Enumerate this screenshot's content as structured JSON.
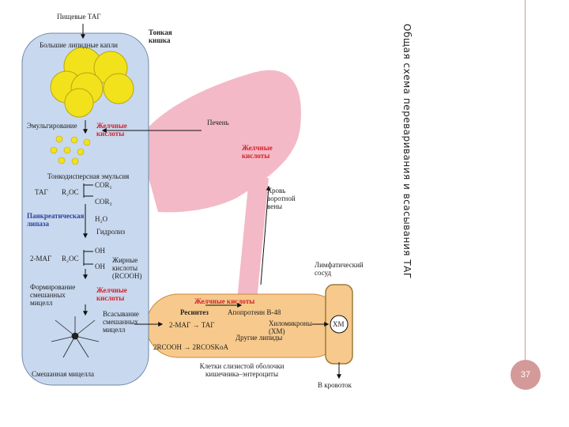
{
  "title": "Общая схема переваривания и всасывания ТАГ",
  "page_number": "37",
  "colors": {
    "intestine": "#c8d8ee",
    "liver": "#f3b9c6",
    "enterocytes": "#f7c98c",
    "fat_droplet": "#f2e21c",
    "red_label": "#d4202a",
    "blue_label": "#2a3f9a"
  },
  "labels": {
    "food_tag": "Пищевые ТАГ",
    "small_intestine": "Тонкая кишка",
    "large_droplets": "Большие липидные капли",
    "emulsification": "Эмульгирование",
    "bile_acids_1": "Желчные кислоты",
    "liver": "Печень",
    "bile_acids_liver": "Желчные кислоты",
    "fine_emulsion": "Тонкодисперсная эмульсия",
    "tag": "ТАГ",
    "r2oc_1": "R₂OC",
    "cor1": "COR₁",
    "cor3": "COR₃",
    "pancreatic_lipase": "Панкреатическая липаза",
    "h2o": "H₂O",
    "hydrolysis": "Гидролиз",
    "two_mag": "2-МАГ",
    "r2oc_2": "R₂OC",
    "oh1": "OH",
    "oh2": "OH",
    "fatty_acids": "Жирные кислоты (RCOOH)",
    "formation": "Формирование смешанных мицелл",
    "bile_acids_2": "Желчные кислоты",
    "portal_blood": "Кровь воротной вены",
    "lymph_vessel": "Лимфатический сосуд",
    "bile_acids_3": "Желчные кислоты",
    "resynthesis": "Ресинтез",
    "apoprotein": "Апопротеин В-48",
    "absorption": "Всасывание смешанных мицелл",
    "mag_tag": "2-МАГ → ТАГ",
    "chylomicrons": "Хиломикроны (ХМ)",
    "xm": "ХМ",
    "other_lipids": "Другие липиды",
    "rcooh": "2RCOOH → 2RCOSKoA",
    "mixed_micelle": "Смешанная мицелла",
    "enterocytes": "Клетки слизистой оболочки кишечника–энтероциты",
    "to_blood": "В кровоток"
  }
}
